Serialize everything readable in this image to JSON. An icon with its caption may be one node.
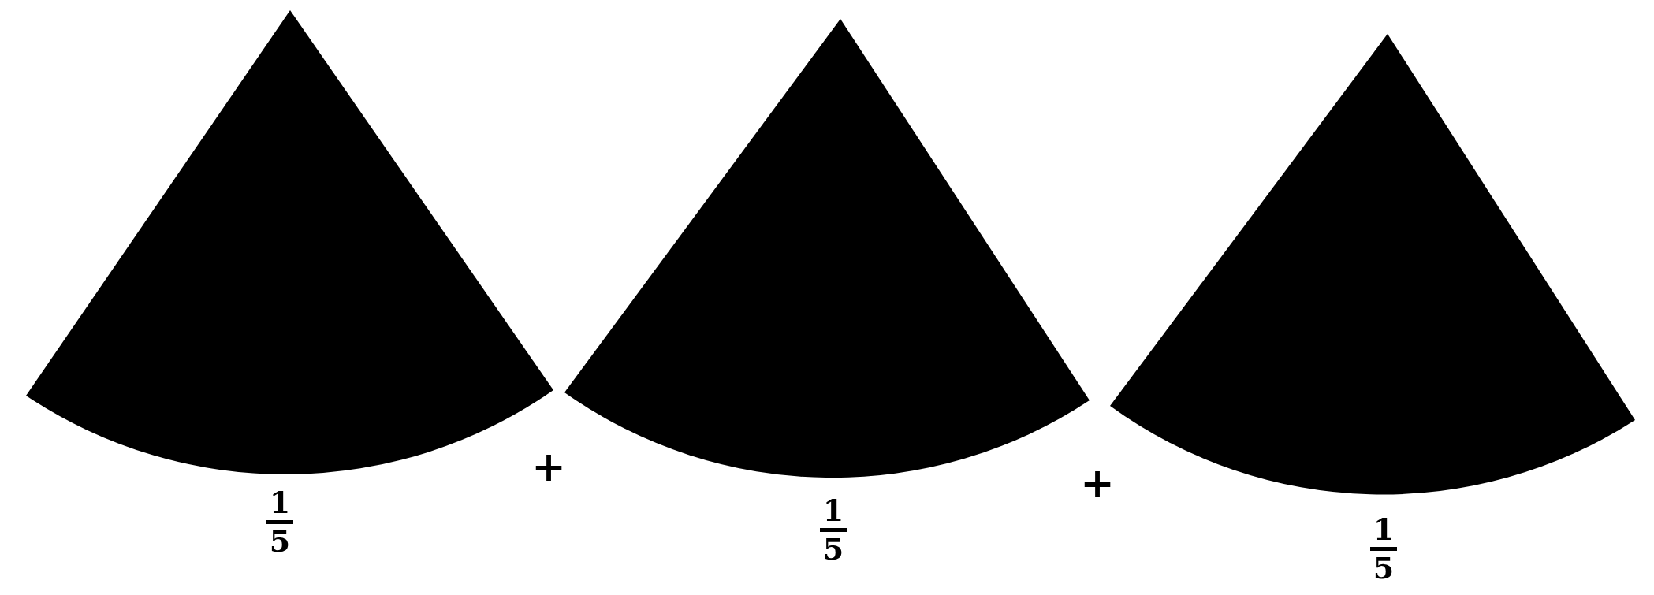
{
  "diagram": {
    "nodes": [
      {
        "text": [],
        "shape": "sector",
        "beside": [
          "1",
          "5"
        ]
      },
      {
        "text": [],
        "shape": "sector",
        "beside": [
          "1",
          "5"
        ]
      },
      {
        "text": [],
        "shape": "sector",
        "beside": [
          "1",
          "5"
        ]
      }
    ],
    "edges": [],
    "labels": [
      "+",
      "+"
    ]
  }
}
